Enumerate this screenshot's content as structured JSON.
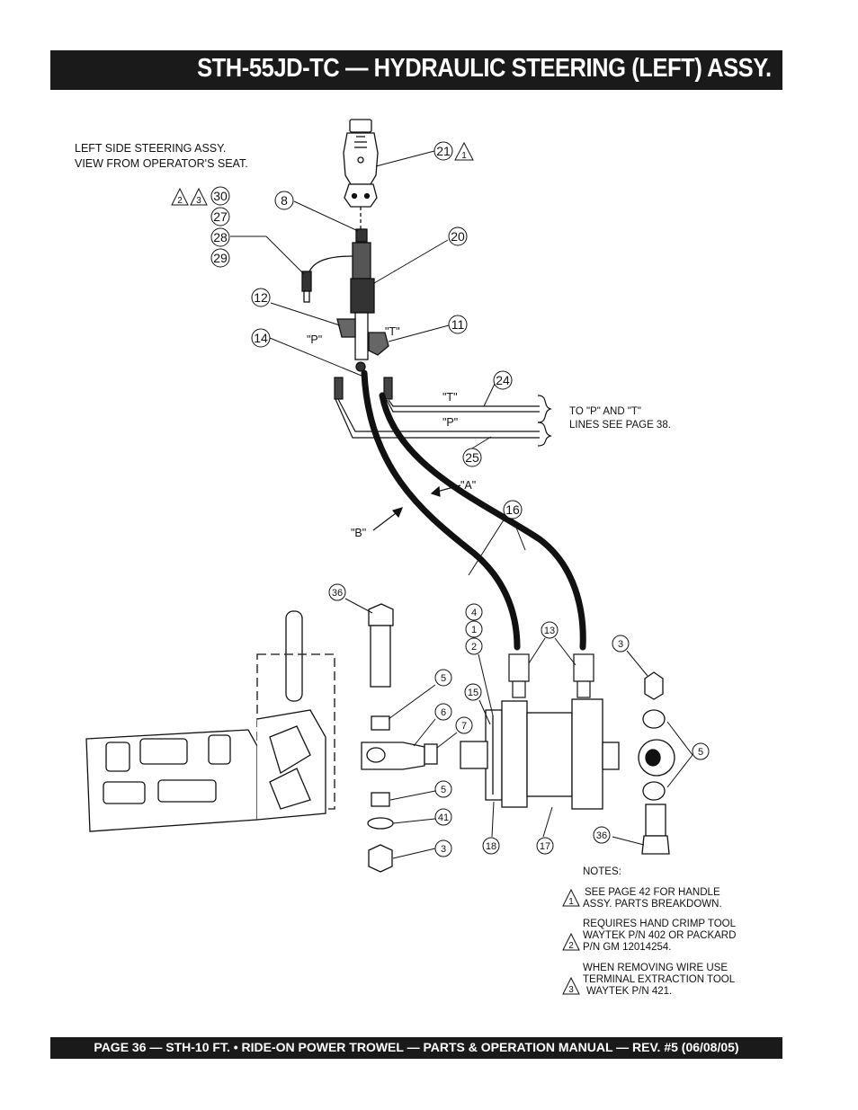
{
  "header": {
    "title": "STH-55JD-TC — HYDRAULIC STEERING (LEFT) ASSY."
  },
  "view_caption": {
    "line1": "LEFT SIDE STEERING ASSY.",
    "line2": "VIEW FROM OPERATOR'S SEAT."
  },
  "line_labels": {
    "p_top": "\"P\"",
    "t_top": "\"T\"",
    "t_line": "\"T\"",
    "p_line": "\"P\"",
    "a_hose": "\"A\"",
    "b_hose": "\"B\""
  },
  "to_lines_note": {
    "line1": "TO \"P\" AND \"T\"",
    "line2": "LINES SEE PAGE 38."
  },
  "callouts": {
    "c21": "21",
    "c8": "8",
    "c30": "30",
    "c27": "27",
    "c28": "28",
    "c29": "29",
    "c20": "20",
    "c12": "12",
    "c11": "11",
    "c14": "14",
    "c24": "24",
    "c25": "25",
    "c16": "16",
    "c36a": "36",
    "c4": "4",
    "c1": "1",
    "c2": "2",
    "c13": "13",
    "c3a": "3",
    "c5a": "5",
    "c15": "15",
    "c6": "6",
    "c7": "7",
    "c5b": "5",
    "c5c": "5",
    "c41": "41",
    "c3b": "3",
    "c18": "18",
    "c17": "17",
    "c36b": "36"
  },
  "triangle_marks": {
    "t1_handle": "1",
    "t2": "2",
    "t3": "3"
  },
  "notes": {
    "heading": "NOTES:",
    "n1_mark": "1",
    "n1_line1": "SEE PAGE 42 FOR HANDLE",
    "n1_line2": "ASSY. PARTS BREAKDOWN.",
    "n2_mark": "2",
    "n2_line1": "REQUIRES HAND CRIMP TOOL",
    "n2_line2": "WAYTEK P/N 402 OR PACKARD",
    "n2_line3": "P/N GM 12014254.",
    "n3_mark": "3",
    "n3_line1": "WHEN REMOVING WIRE USE",
    "n3_line2": "TERMINAL EXTRACTION TOOL",
    "n3_line3": "WAYTEK P/N 421."
  },
  "footer": {
    "text": "PAGE 36 — STH-10 FT. • RIDE-ON POWER TROWEL — PARTS & OPERATION MANUAL — REV. #5 (06/08/05)"
  }
}
